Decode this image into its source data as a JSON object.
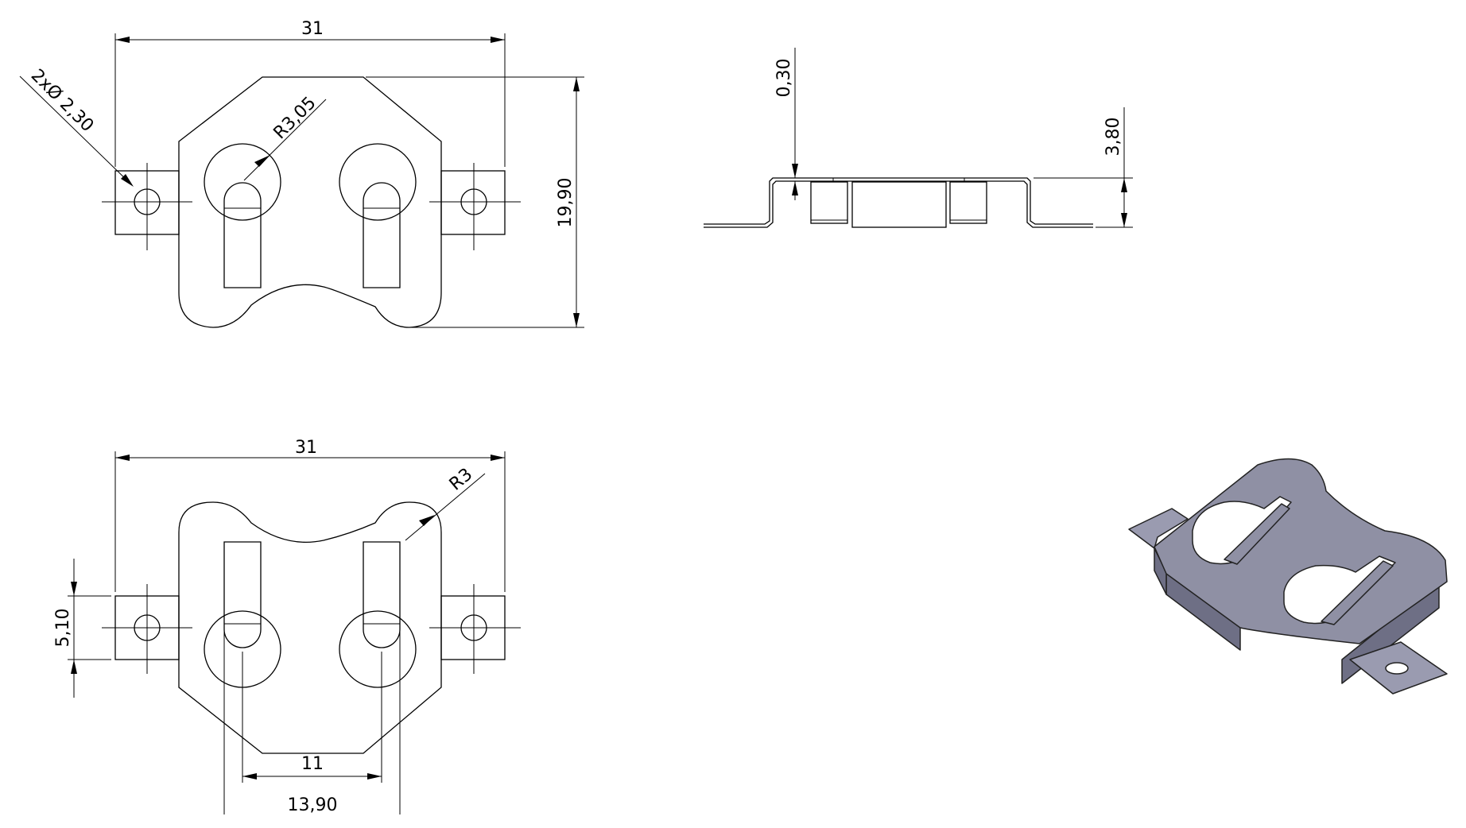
{
  "drawing": {
    "top_view": {
      "width_dim": "31",
      "height_dim": "19,90",
      "hole_dim": "2xØ 2,30",
      "radius_dim": "R3,05"
    },
    "side_view": {
      "thickness_dim": "0,30",
      "height_dim": "3,80"
    },
    "bottom_view": {
      "width_dim": "31",
      "radius_dim": "R3",
      "tab_dim": "5,10",
      "inner_dim": "11",
      "outer_dim": "13,90"
    },
    "colors": {
      "line": "#000000",
      "iso_top": "#8f90a4",
      "iso_side": "#6e6f85",
      "iso_tab": "#9a9bb0"
    }
  }
}
